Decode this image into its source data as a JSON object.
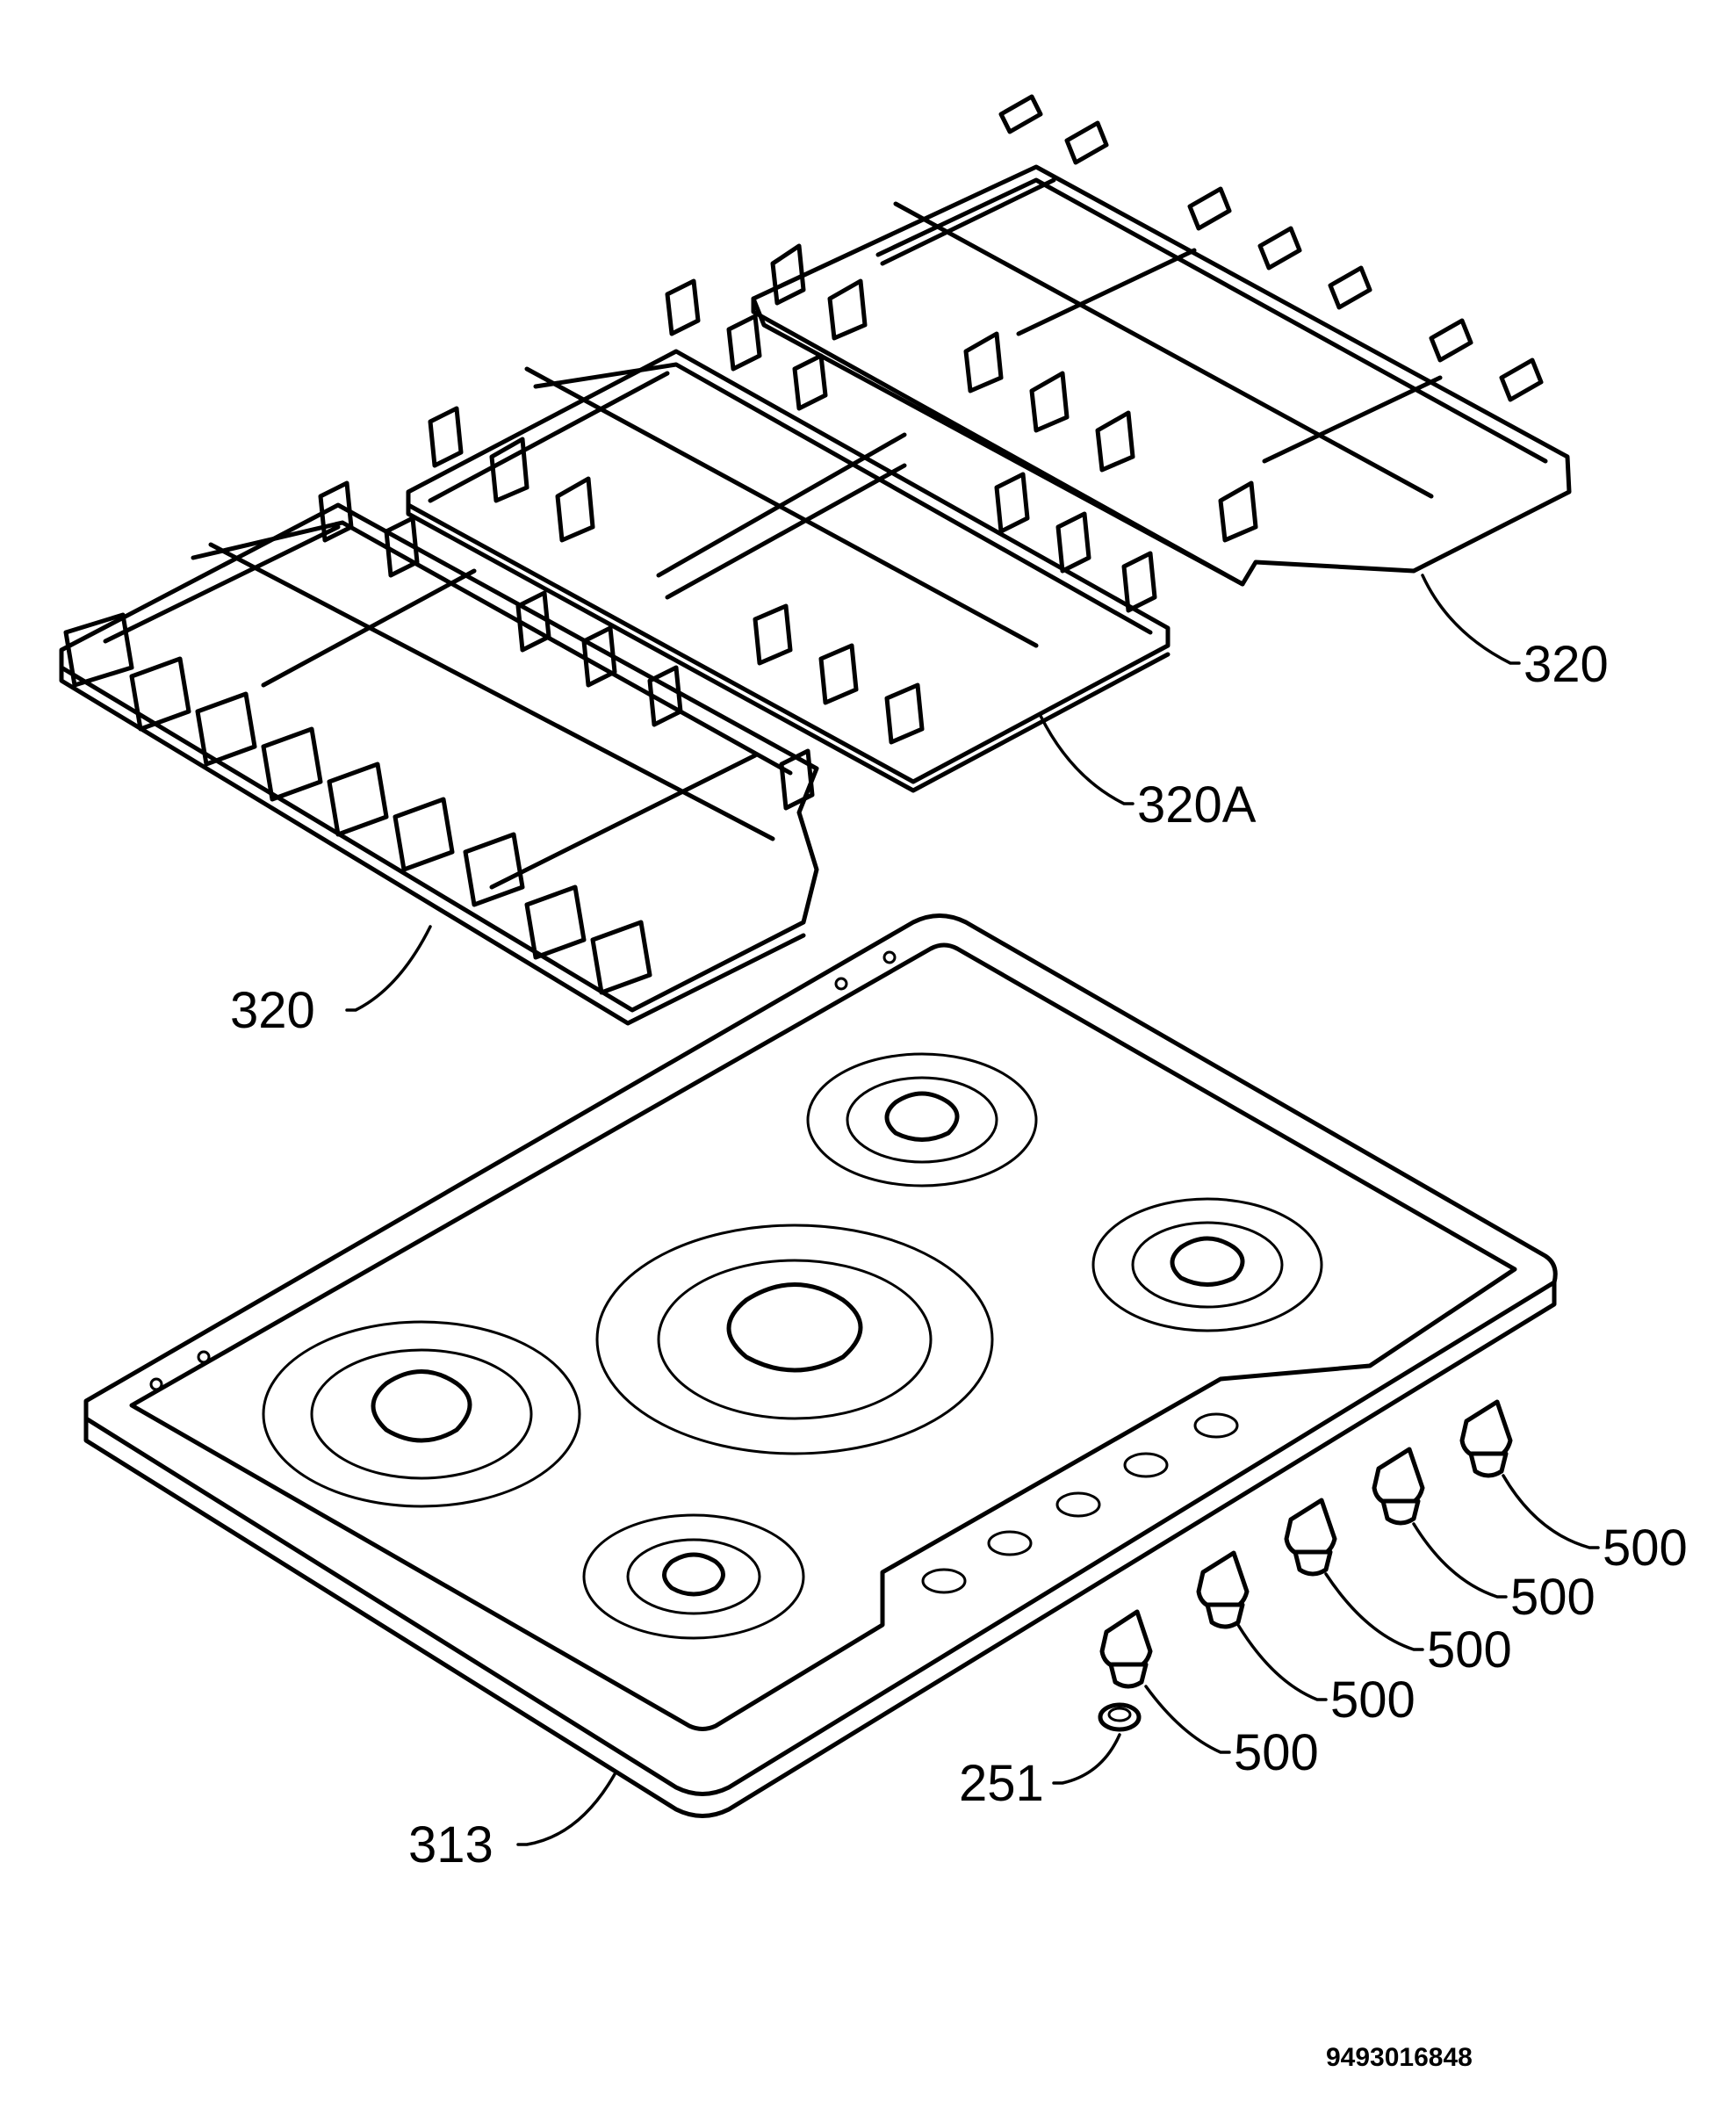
{
  "labels": {
    "grid_right": "320",
    "grid_middle": "320A",
    "grid_left": "320",
    "hob_top": "313",
    "knob_1": "500",
    "knob_2": "500",
    "knob_3": "500",
    "knob_4": "500",
    "knob_5": "500",
    "knob_ring": "251"
  },
  "document_number": "9493016848"
}
